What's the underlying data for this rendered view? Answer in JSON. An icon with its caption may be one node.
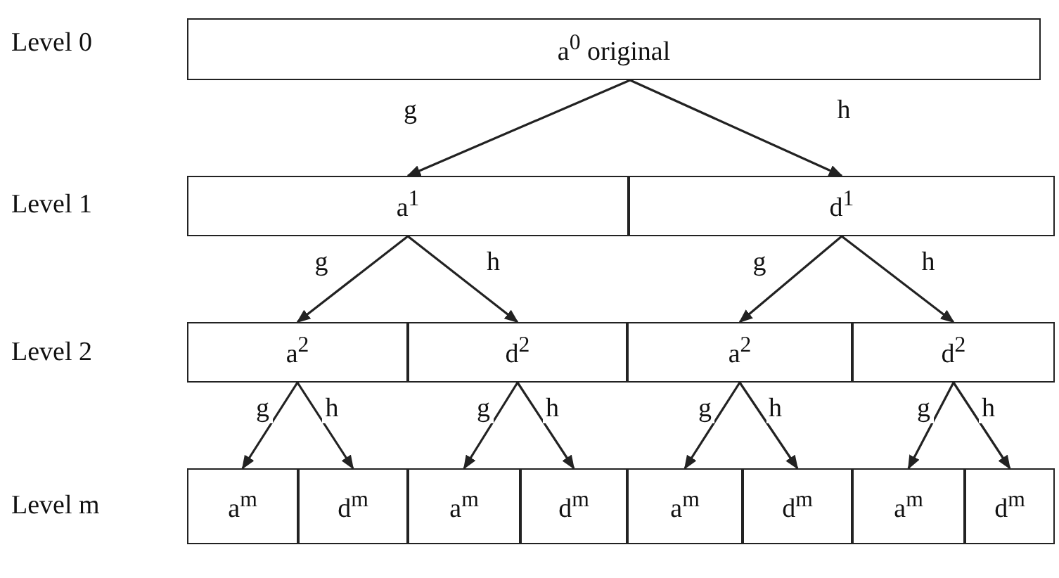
{
  "diagram": {
    "nodes": [
      {
        "text": [
          "a$^{0}$ original"
        ]
      },
      {
        "text": [
          "a$^{1}$"
        ]
      },
      {
        "text": [
          "d$^{1}$"
        ]
      },
      {
        "text": [
          "a$^{2}$"
        ]
      },
      {
        "text": [
          "d$^{2}$"
        ]
      },
      {
        "text": [
          "a$^{2}$"
        ]
      },
      {
        "text": [
          "d$^{2}$"
        ]
      },
      {
        "text": [
          "a$^{m}$"
        ]
      },
      {
        "text": [
          "d$^{m}$"
        ]
      },
      {
        "text": [
          "a$^{m}$"
        ]
      },
      {
        "text": [
          "d$^{m}$"
        ]
      },
      {
        "text": [
          "a$^{m}$"
        ]
      },
      {
        "text": [
          "d$^{m}$"
        ]
      },
      {
        "text": [
          "a$^{m}$"
        ]
      },
      {
        "text": [
          "d$^{m}$"
        ]
      }
    ],
    "edges": [
      {
        "from": 0,
        "to": 1,
        "arrow": "to",
        "label": "g"
      },
      {
        "from": 0,
        "to": 2,
        "arrow": "to",
        "label": "h"
      },
      {
        "from": 1,
        "to": 3,
        "arrow": "to",
        "label": "g"
      },
      {
        "from": 1,
        "to": 4,
        "arrow": "to",
        "label": "h"
      },
      {
        "from": 2,
        "to": 5,
        "arrow": "to",
        "label": "g"
      },
      {
        "from": 2,
        "to": 6,
        "arrow": "to",
        "label": "h"
      },
      {
        "from": 3,
        "to": 7,
        "arrow": "to",
        "label": "g"
      },
      {
        "from": 3,
        "to": 8,
        "arrow": "to",
        "label": "h"
      },
      {
        "from": 4,
        "to": 9,
        "arrow": "to",
        "label": "g"
      },
      {
        "from": 4,
        "to": 10,
        "arrow": "to",
        "label": "h"
      },
      {
        "from": 5,
        "to": 11,
        "arrow": "to",
        "label": "g"
      },
      {
        "from": 5,
        "to": 12,
        "arrow": "to",
        "label": "h"
      },
      {
        "from": 6,
        "to": 13,
        "arrow": "to",
        "label": "g"
      },
      {
        "from": 6,
        "to": 14,
        "arrow": "to",
        "label": "h"
      }
    ],
    "labels": [
      "Level 0",
      "Level 1",
      "Level 2",
      "Level m"
    ]
  }
}
